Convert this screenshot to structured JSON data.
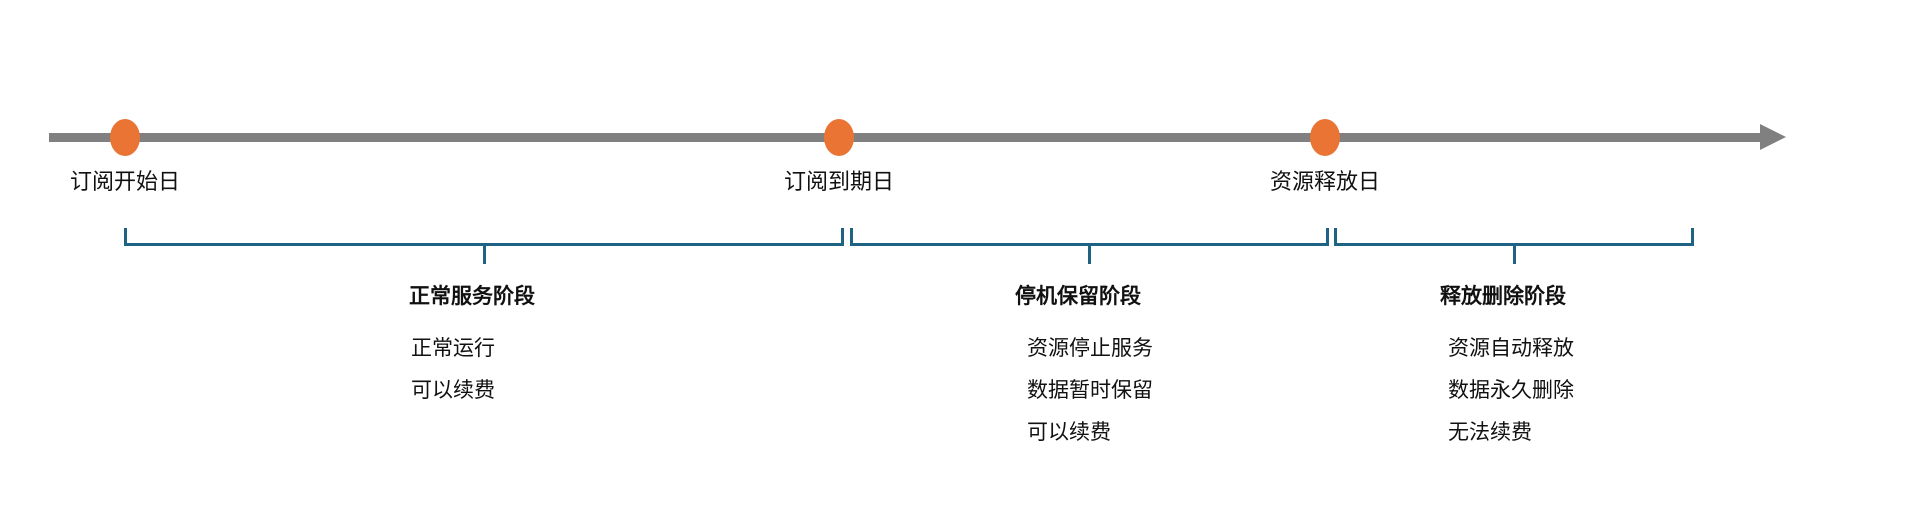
{
  "colors": {
    "axis": "#808080",
    "milestone": "#e97434",
    "bracket": "#1e6384"
  },
  "milestones": [
    {
      "label": "订阅开始日"
    },
    {
      "label": "订阅到期日"
    },
    {
      "label": "资源释放日"
    }
  ],
  "phases": [
    {
      "title": "正常服务阶段",
      "items": [
        "正常运行",
        "可以续费"
      ]
    },
    {
      "title": "停机保留阶段",
      "items": [
        "资源停止服务",
        "数据暂时保留",
        "可以续费"
      ]
    },
    {
      "title": "释放删除阶段",
      "items": [
        "资源自动释放",
        "数据永久删除",
        "无法续费"
      ]
    }
  ]
}
